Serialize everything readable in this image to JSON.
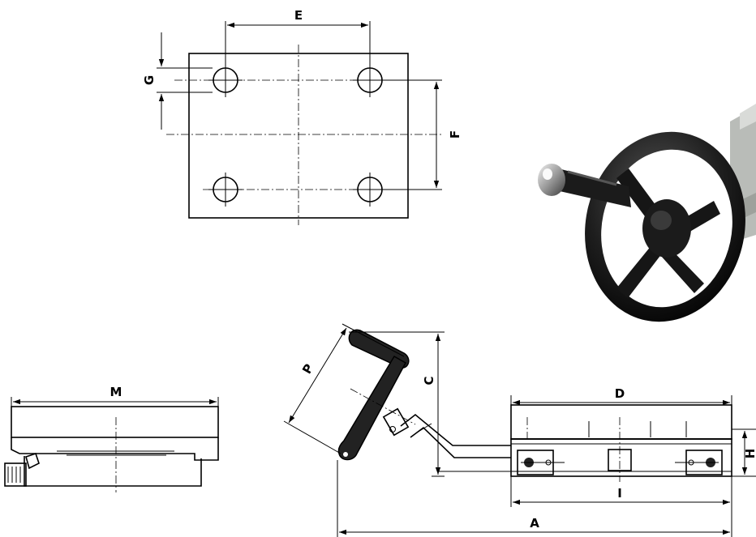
{
  "dimension_labels": {
    "a": "A",
    "c": "C",
    "d": "D",
    "e": "E",
    "f": "F",
    "g": "G",
    "h": "H",
    "i": "I",
    "m": "M",
    "p": "P"
  },
  "photo_subject": "handwheel-with-crank-handle",
  "colors": {
    "line": "#000000",
    "background": "#ffffff",
    "handwheel": "#1a1a1a",
    "machine_body": "#b9bcb8"
  }
}
